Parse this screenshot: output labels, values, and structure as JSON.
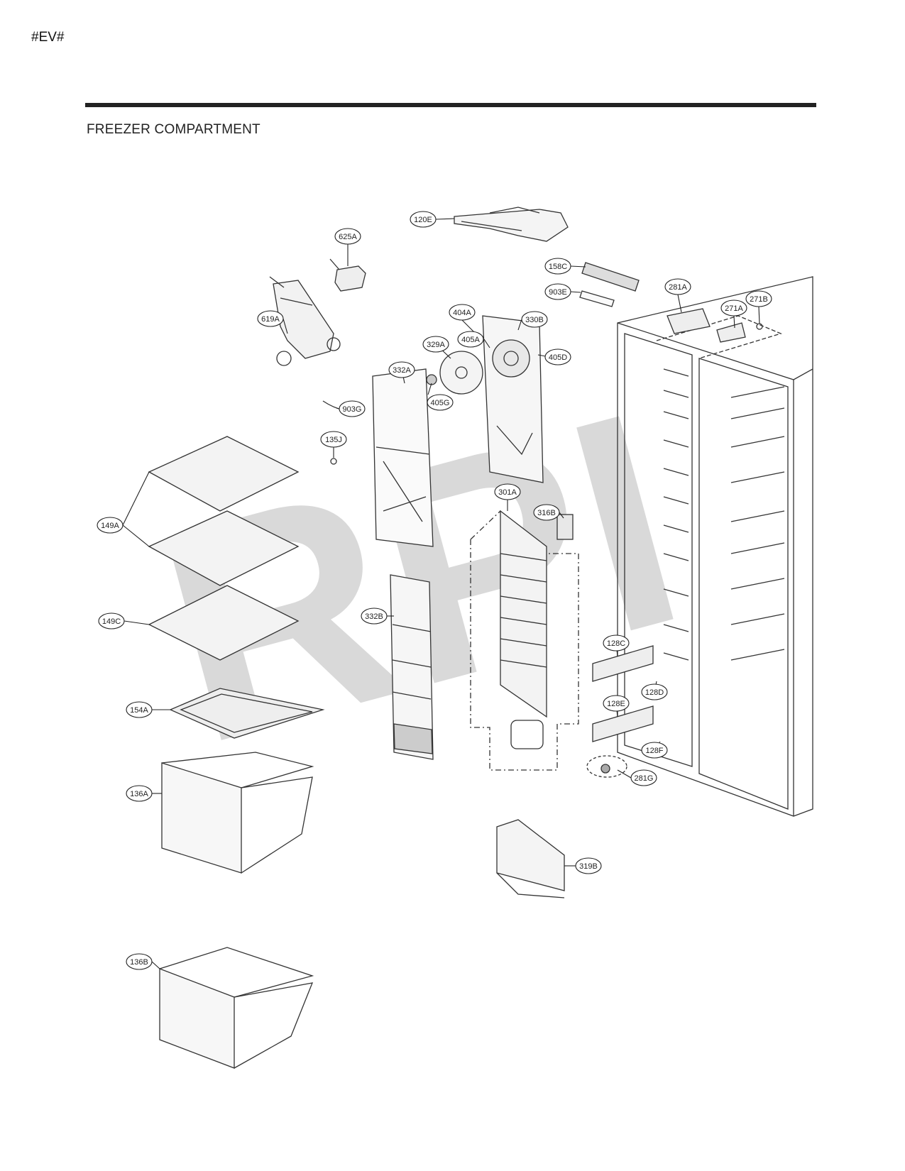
{
  "header": {
    "tag": "#EV#",
    "title": "FREEZER COMPARTMENT"
  },
  "watermark": "RPI",
  "callouts": [
    {
      "id": "120E",
      "label": "120E"
    },
    {
      "id": "625A",
      "label": "625A"
    },
    {
      "id": "158C",
      "label": "158C"
    },
    {
      "id": "903E",
      "label": "903E"
    },
    {
      "id": "281A",
      "label": "281A"
    },
    {
      "id": "271A",
      "label": "271A"
    },
    {
      "id": "271B",
      "label": "271B"
    },
    {
      "id": "619A",
      "label": "619A"
    },
    {
      "id": "404A",
      "label": "404A"
    },
    {
      "id": "330B",
      "label": "330B"
    },
    {
      "id": "405A",
      "label": "405A"
    },
    {
      "id": "329A",
      "label": "329A"
    },
    {
      "id": "405D",
      "label": "405D"
    },
    {
      "id": "332A",
      "label": "332A"
    },
    {
      "id": "405G",
      "label": "405G"
    },
    {
      "id": "903G",
      "label": "903G"
    },
    {
      "id": "135J",
      "label": "135J"
    },
    {
      "id": "301A",
      "label": "301A"
    },
    {
      "id": "316B",
      "label": "316B"
    },
    {
      "id": "149A",
      "label": "149A"
    },
    {
      "id": "332B",
      "label": "332B"
    },
    {
      "id": "149C",
      "label": "149C"
    },
    {
      "id": "128C",
      "label": "128C"
    },
    {
      "id": "128D",
      "label": "128D"
    },
    {
      "id": "128E",
      "label": "128E"
    },
    {
      "id": "154A",
      "label": "154A"
    },
    {
      "id": "128F",
      "label": "128F"
    },
    {
      "id": "281G",
      "label": "281G"
    },
    {
      "id": "136A",
      "label": "136A"
    },
    {
      "id": "319B",
      "label": "319B"
    },
    {
      "id": "136B",
      "label": "136B"
    }
  ]
}
